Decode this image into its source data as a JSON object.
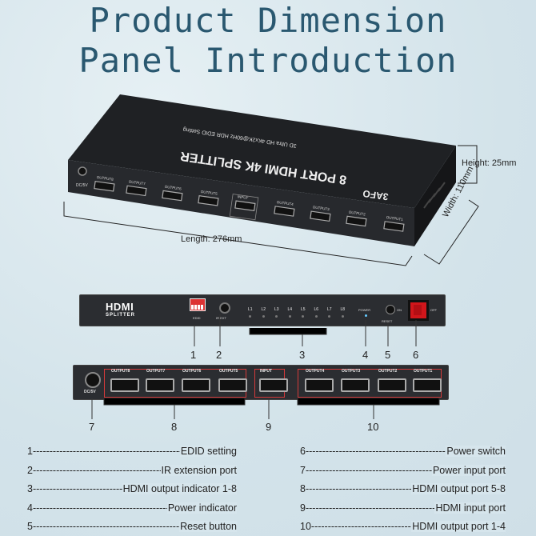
{
  "title": {
    "line1": "Product Dimension",
    "line2": "Panel Introduction"
  },
  "dimensions": {
    "height": "Height: 25mm",
    "length": "Length: 276mm",
    "width": "Width: 110mm"
  },
  "device": {
    "name": "8 PORT HDMI 4K SPLITTER",
    "subtitle": "3D Ultra HD 4Kx2K@60Hz HDR EDID Setting",
    "brand": "3AFO",
    "dc_label": "DC/5V",
    "input_label": "INPUT",
    "outputs": [
      "OUTPUT8",
      "OUTPUT7",
      "OUTPUT6",
      "OUTPUT5",
      "OUTPUT4",
      "OUTPUT3",
      "OUTPUT2",
      "OUTPUT1"
    ]
  },
  "front_panel": {
    "logo": "HDMI",
    "logo_sub": "SPLITTER",
    "edid_label": "EDID",
    "ir_label": "IR EXT",
    "leds": [
      "L1",
      "L2",
      "L3",
      "L4",
      "L5",
      "L6",
      "L7",
      "L8"
    ],
    "power_label": "POWER",
    "reset_label": "RESET",
    "on_label": "ON",
    "off_label": "OFF"
  },
  "callouts": {
    "front": [
      "1",
      "2",
      "3",
      "4",
      "5",
      "6"
    ],
    "rear": [
      "7",
      "8",
      "9",
      "10"
    ]
  },
  "legend": {
    "left": [
      {
        "num": "1",
        "text": "EDID setting"
      },
      {
        "num": "2",
        "text": "IR extension port"
      },
      {
        "num": "3",
        "text": "HDMI output indicator 1-8"
      },
      {
        "num": "4",
        "text": "Power indicator"
      },
      {
        "num": "5",
        "text": "Reset button"
      }
    ],
    "right": [
      {
        "num": "6",
        "text": "Power switch"
      },
      {
        "num": "7",
        "text": "Power input port"
      },
      {
        "num": "8",
        "text": "HDMI output port 5-8"
      },
      {
        "num": "9",
        "text": "HDMI input port"
      },
      {
        "num": "10",
        "text": "HDMI output port 1-4"
      }
    ]
  }
}
